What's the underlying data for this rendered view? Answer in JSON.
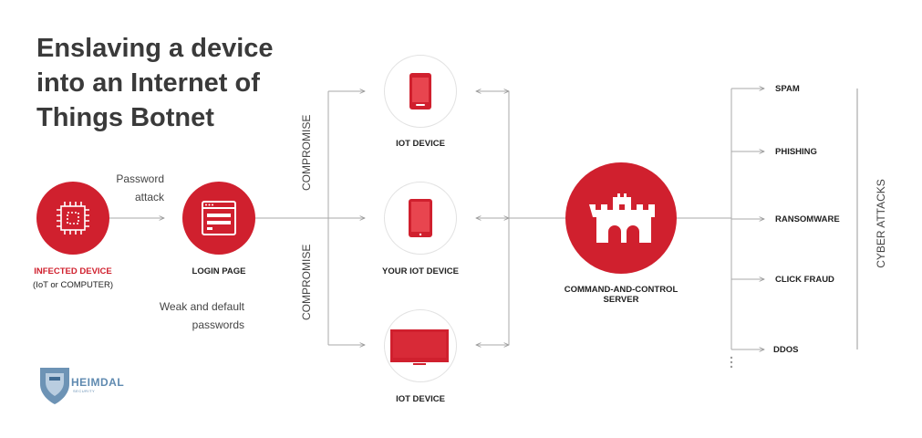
{
  "title": "Enslaving a device into an Internet of Things Botnet",
  "colors": {
    "accent": "#d0202e",
    "line": "#999999",
    "text": "#333333"
  },
  "nodes": {
    "infected": {
      "label": "INFECTED DEVICE",
      "sublabel": "(IoT or COMPUTER)",
      "icon": "chip-icon"
    },
    "login": {
      "label": "LOGIN PAGE",
      "icon": "login-window-icon"
    },
    "iot_top": {
      "label": "IOT DEVICE",
      "icon": "smartphone-icon"
    },
    "iot_mid": {
      "label": "YOUR IOT DEVICE",
      "icon": "tablet-icon"
    },
    "iot_bottom": {
      "label": "IOT DEVICE",
      "icon": "tv-monitor-icon"
    },
    "server": {
      "label_line1": "COMMAND-AND-CONTROL",
      "label_line2": "SERVER",
      "icon": "castle-icon"
    }
  },
  "edge_labels": {
    "password_attack_1": "Password",
    "password_attack_2": "attack",
    "weak_1": "Weak and default",
    "weak_2": "passwords",
    "compromise_top": "COMPROMISE",
    "compromise_bottom": "COMPROMISE"
  },
  "attacks": {
    "heading": "CYBER ATTACKS",
    "items": [
      "SPAM",
      "PHISHING",
      "RANSOMWARE",
      "CLICK FRAUD",
      "DDOS"
    ]
  },
  "logo": {
    "name": "HEIMDAL",
    "sub": "SECURITY",
    "icon": "helmet-logo-icon"
  }
}
